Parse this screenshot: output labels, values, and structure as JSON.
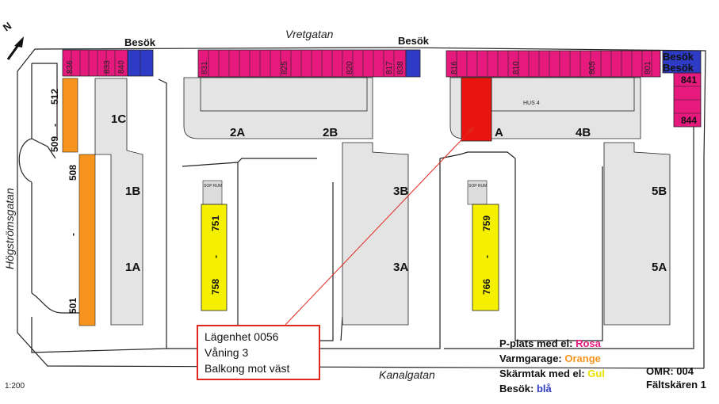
{
  "streets": {
    "north": "Vretgatan",
    "south": "Kanalgatan",
    "west": "Högströmsgatan"
  },
  "compass_label": "N",
  "scale": "1:200",
  "visitor_labels": [
    "Besök",
    "Besök",
    "Besök",
    "Besök"
  ],
  "parking_numbers": {
    "row_836": [
      "836",
      "833",
      "840"
    ],
    "row_831": [
      "831",
      "825",
      "820",
      "817",
      "838"
    ],
    "row_816": [
      "816",
      "810",
      "805",
      "801"
    ],
    "side_841": [
      "841",
      "844"
    ],
    "west": [
      "512",
      "-",
      "509",
      "508",
      "-",
      "501"
    ],
    "yellow_left": [
      "751",
      "-",
      "758"
    ],
    "yellow_right": [
      "759",
      "-",
      "766"
    ]
  },
  "buildings": [
    "1C",
    "1B",
    "1A",
    "2A",
    "2B",
    "3B",
    "3A",
    "A",
    "4B",
    "5B",
    "5A"
  ],
  "hus_label": "HUS 4",
  "callout": {
    "line1": "Lägenhet 0056",
    "line2": "Våning 3",
    "line3": "Balkong mot väst"
  },
  "legend": {
    "row1_label": "P-plats med el:",
    "row1_value": "Rosa",
    "row2_label": "Varmgarage:",
    "row2_value": "Orange",
    "row3_label": "Skärmtak med el:",
    "row3_value": "Gul",
    "row4_label": "Besök:",
    "row4_value": "blå"
  },
  "omr": {
    "line1": "OMR: 004",
    "line2": "Fältskären 1"
  },
  "colors": {
    "pink": "#e6197d",
    "orange": "#f7941d",
    "yellow": "#f5f000",
    "blue": "#2e3bc4",
    "red": "#e8150f",
    "building": "#e4e4e4",
    "callout": "#e0281c"
  }
}
